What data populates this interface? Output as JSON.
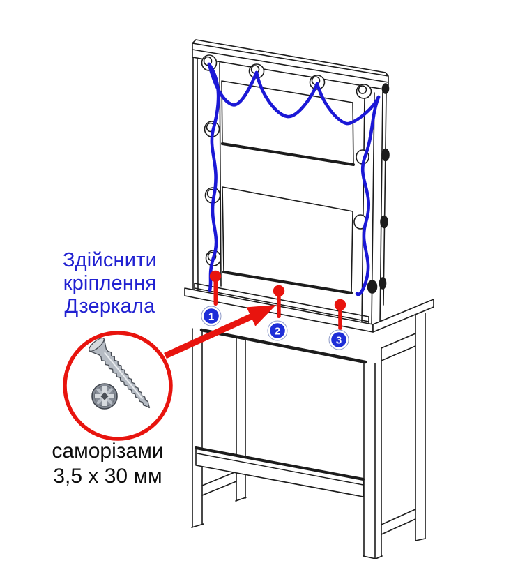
{
  "annotation": {
    "heading": {
      "line1": "Здійснити",
      "line2": "кріплення",
      "line3": "Дзеркала"
    },
    "caption": {
      "line1": "саморізами",
      "line2": "3,5 х 30 мм"
    },
    "markers": [
      {
        "label": "1"
      },
      {
        "label": "2"
      },
      {
        "label": "3"
      }
    ],
    "colors": {
      "heading_blue": "#2121d1",
      "caption_black": "#0d0d0d",
      "accent_red": "#e8140e",
      "marker_blue": "#1e2ed8",
      "wire_blue": "#1b18d6",
      "line_black": "#1c1c1c"
    },
    "icons": {
      "screw_side": "screw-side-icon",
      "screw_head": "pozidriv-screw-head-icon"
    }
  }
}
